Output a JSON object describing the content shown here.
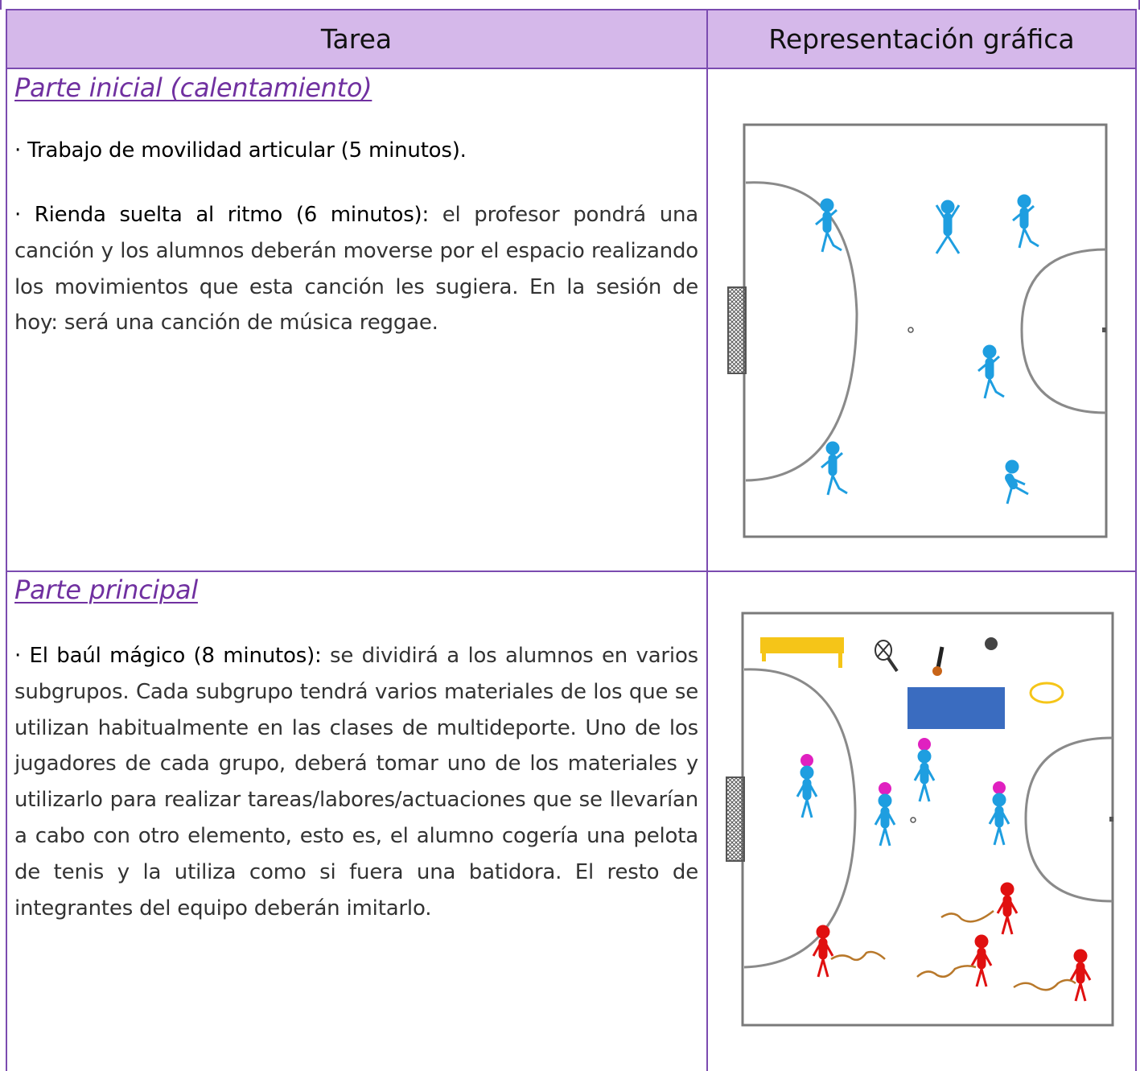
{
  "header": {
    "col1": "Tarea",
    "col2": "Representación gráfica"
  },
  "section1": {
    "title": "Parte inicial (calentamiento)",
    "item1": "· Trabajo de movilidad articular (5 minutos).",
    "item2_lead": "· Rienda suelta al ritmo (6 minutos):",
    "item2_body": " el profesor pondrá una canción y los alumnos deberán moverse por el espacio realizando los movimientos que esta canción les sugiera. En la sesión de hoy: será una canción de música reggae."
  },
  "section2": {
    "title": "Parte principal",
    "item1_lead": "· El baúl mágico (8 minutos):",
    "item1_body": " se dividirá a los alumnos en varios subgrupos. Cada subgrupo tendrá varios materiales de los que se utilizan habitualmente en las clases de multideporte. Uno de los jugadores de cada grupo, deberá tomar uno de los materiales y utilizarlo para realizar tareas/labores/actuaciones que se llevarían a cabo con otro elemento, esto es, el alumno cogería una pelota de tenis y la utiliza como si fuera una batidora. El resto de integrantes del equipo deberán imitarlo."
  },
  "colors": {
    "border": "#7b4bb0",
    "header_bg": "#d5b8ea",
    "title": "#7030a0",
    "player_blue": "#1e9ee0",
    "player_red": "#e01010",
    "player_pink": "#e020c0",
    "bench": "#f5c518",
    "mat": "#3a6cc0",
    "hoop": "#f5c518",
    "rope": "#b8782a"
  },
  "icons": [
    "goal-net-icon",
    "player-figure-icon",
    "bench-icon",
    "racket-icon",
    "bat-icon",
    "ball-icon",
    "mat-icon",
    "hoop-icon",
    "rope-icon"
  ]
}
